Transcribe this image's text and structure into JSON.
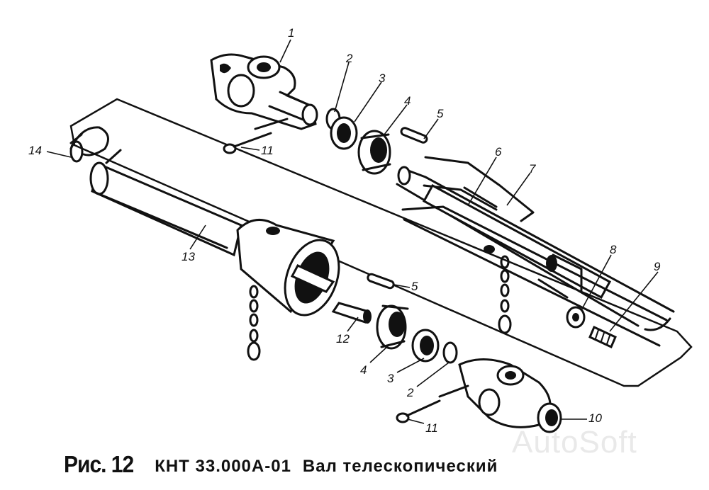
{
  "parts": [
    {
      "id": "p1",
      "label": "1"
    },
    {
      "id": "p2a",
      "label": "2"
    },
    {
      "id": "p3a",
      "label": "3"
    },
    {
      "id": "p4a",
      "label": "4"
    },
    {
      "id": "p5a",
      "label": "5"
    },
    {
      "id": "p6",
      "label": "6"
    },
    {
      "id": "p7",
      "label": "7"
    },
    {
      "id": "p8",
      "label": "8"
    },
    {
      "id": "p9",
      "label": "9"
    },
    {
      "id": "p10",
      "label": "10"
    },
    {
      "id": "p11a",
      "label": "11"
    },
    {
      "id": "p11b",
      "label": "11"
    },
    {
      "id": "p12",
      "label": "12"
    },
    {
      "id": "p13",
      "label": "13"
    },
    {
      "id": "p14",
      "label": "14"
    },
    {
      "id": "p5b",
      "label": "5"
    },
    {
      "id": "p4b",
      "label": "4"
    },
    {
      "id": "p3b",
      "label": "3"
    },
    {
      "id": "p2b",
      "label": "2"
    }
  ],
  "caption": {
    "figure": "Рис. 12",
    "code": "КНТ 33.000А-01",
    "title": "Вал телескопический"
  },
  "watermark": "AutoSoft"
}
